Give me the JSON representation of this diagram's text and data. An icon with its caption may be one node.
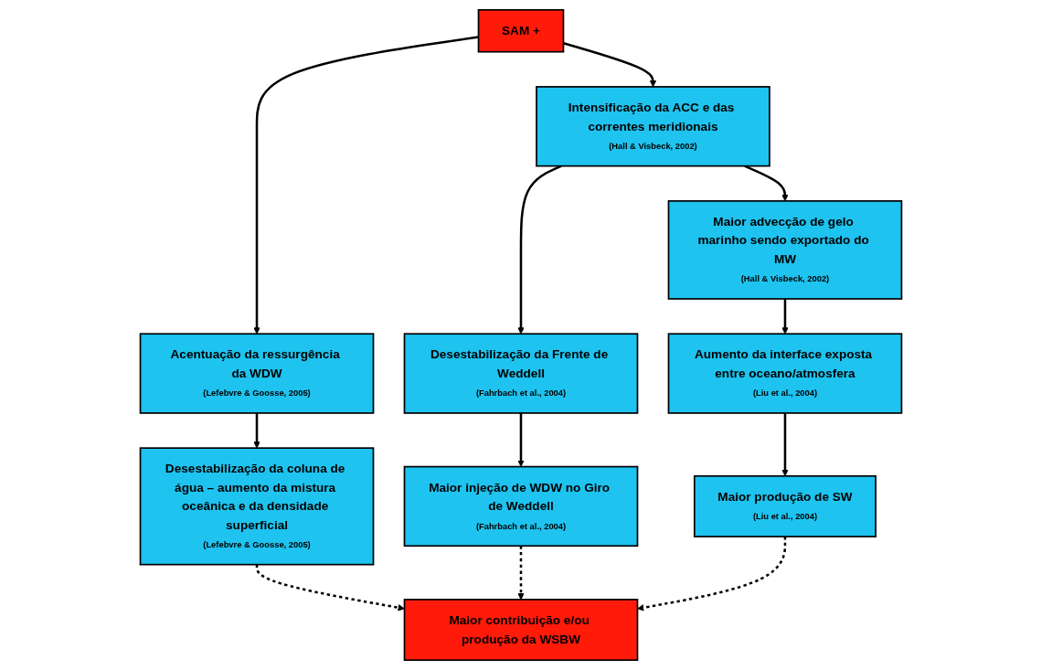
{
  "diagram": {
    "nodes": [
      {
        "text": [
          "SAM +"
        ]
      },
      {
        "text": [
          "Intensificação da ACC e das correntes meridionais",
          "(Hall & Visbeck, 2002)"
        ]
      },
      {
        "text": [
          "Maior advecção de gelo marinho sendo exportado do MW",
          "(Hall & Visbeck, 2002)"
        ]
      },
      {
        "text": [
          "Acentuação da ressurgência da WDW",
          "(Lefebvre & Goosse, 2005)"
        ]
      },
      {
        "text": [
          "Desestabilização da Frente de Weddell",
          "(Fahrbach et al., 2004)"
        ]
      },
      {
        "text": [
          "Aumento da interface exposta entre oceano/atmosfera",
          "(Liu et al., 2004)"
        ]
      },
      {
        "text": [
          "Desestabilização da coluna de água – aumento da mistura oceânica e da densidade superficial",
          "(Lefebvre & Goosse, 2005)"
        ]
      },
      {
        "text": [
          "Maior injeção de WDW no Giro de Weddell",
          "(Fahrbach et al., 2004)"
        ]
      },
      {
        "text": [
          "Maior produção de SW",
          "(Liu et al., 2004)"
        ]
      },
      {
        "text": [
          "Maior contribuição e/ou produção da WSBW"
        ]
      }
    ],
    "edges": [
      {
        "from": 0,
        "to": 1,
        "arrow": "to"
      },
      {
        "from": 1,
        "to": 2,
        "arrow": "to"
      },
      {
        "from": 0,
        "to": 3,
        "arrow": "to"
      },
      {
        "from": 1,
        "to": 4,
        "arrow": "to"
      },
      {
        "from": 2,
        "to": 5,
        "arrow": "to"
      },
      {
        "from": 3,
        "to": 6,
        "arrow": "to"
      },
      {
        "from": 4,
        "to": 7,
        "arrow": "to"
      },
      {
        "from": 5,
        "to": 8,
        "arrow": "to"
      },
      {
        "from": 6,
        "to": 9,
        "arrow": "to",
        "style": "dashed"
      },
      {
        "from": 7,
        "to": 9,
        "arrow": "to",
        "style": "dashed"
      },
      {
        "from": 8,
        "to": 9,
        "arrow": "to",
        "style": "dashed"
      }
    ]
  }
}
